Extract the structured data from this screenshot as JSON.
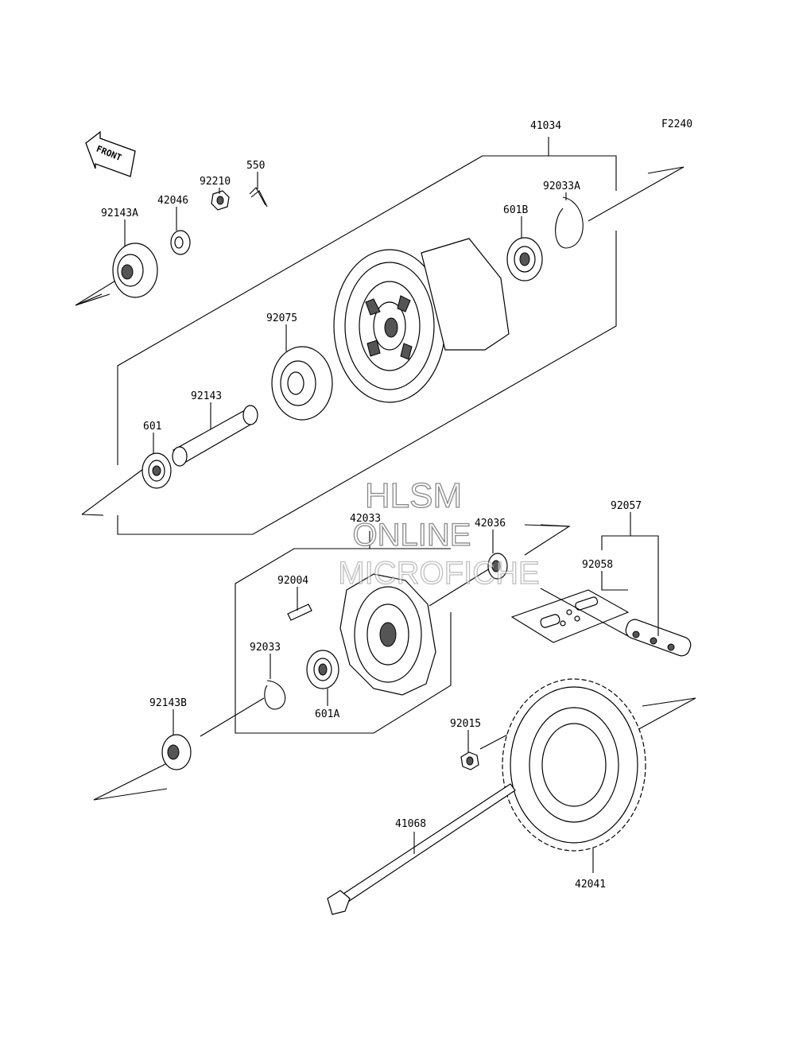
{
  "figure_code": "F2240",
  "front_label": "FRONT",
  "watermark": {
    "line1": "HLSM",
    "line2": "ONLINE",
    "line3": "MICROFICHE"
  },
  "parts": [
    {
      "id": "41034"
    },
    {
      "id": "92033A"
    },
    {
      "id": "601B"
    },
    {
      "id": "92143A"
    },
    {
      "id": "42046"
    },
    {
      "id": "92210"
    },
    {
      "id": "550"
    },
    {
      "id": "92075"
    },
    {
      "id": "92143"
    },
    {
      "id": "601"
    },
    {
      "id": "42033"
    },
    {
      "id": "42036"
    },
    {
      "id": "92057"
    },
    {
      "id": "92058"
    },
    {
      "id": "92004"
    },
    {
      "id": "92033"
    },
    {
      "id": "601A"
    },
    {
      "id": "92143B"
    },
    {
      "id": "92015"
    },
    {
      "id": "41068"
    },
    {
      "id": "42041"
    }
  ]
}
